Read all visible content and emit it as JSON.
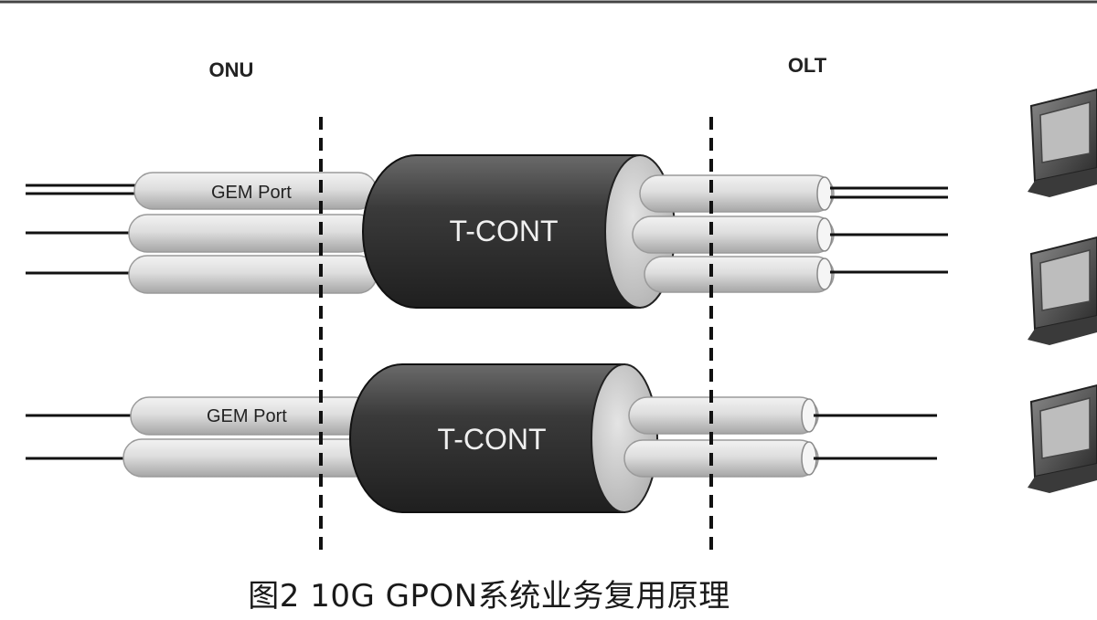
{
  "labels": {
    "onu": "ONU",
    "olt": "OLT",
    "gem_port_top": "GEM Port",
    "gem_port_bottom": "GEM Port",
    "tcont_top": "T-CONT",
    "tcont_bottom": "T-CONT"
  },
  "caption": "图2  10G GPON系统业务复用原理",
  "colors": {
    "tube_light": "#dcdcdc",
    "tube_shadow": "#a9a9a9",
    "tcont_dark": "#2f2f2f",
    "tcont_face": "#c9c9c9",
    "line": "#111111"
  },
  "icons": [
    "computer-icon",
    "computer-icon",
    "computer-icon"
  ]
}
